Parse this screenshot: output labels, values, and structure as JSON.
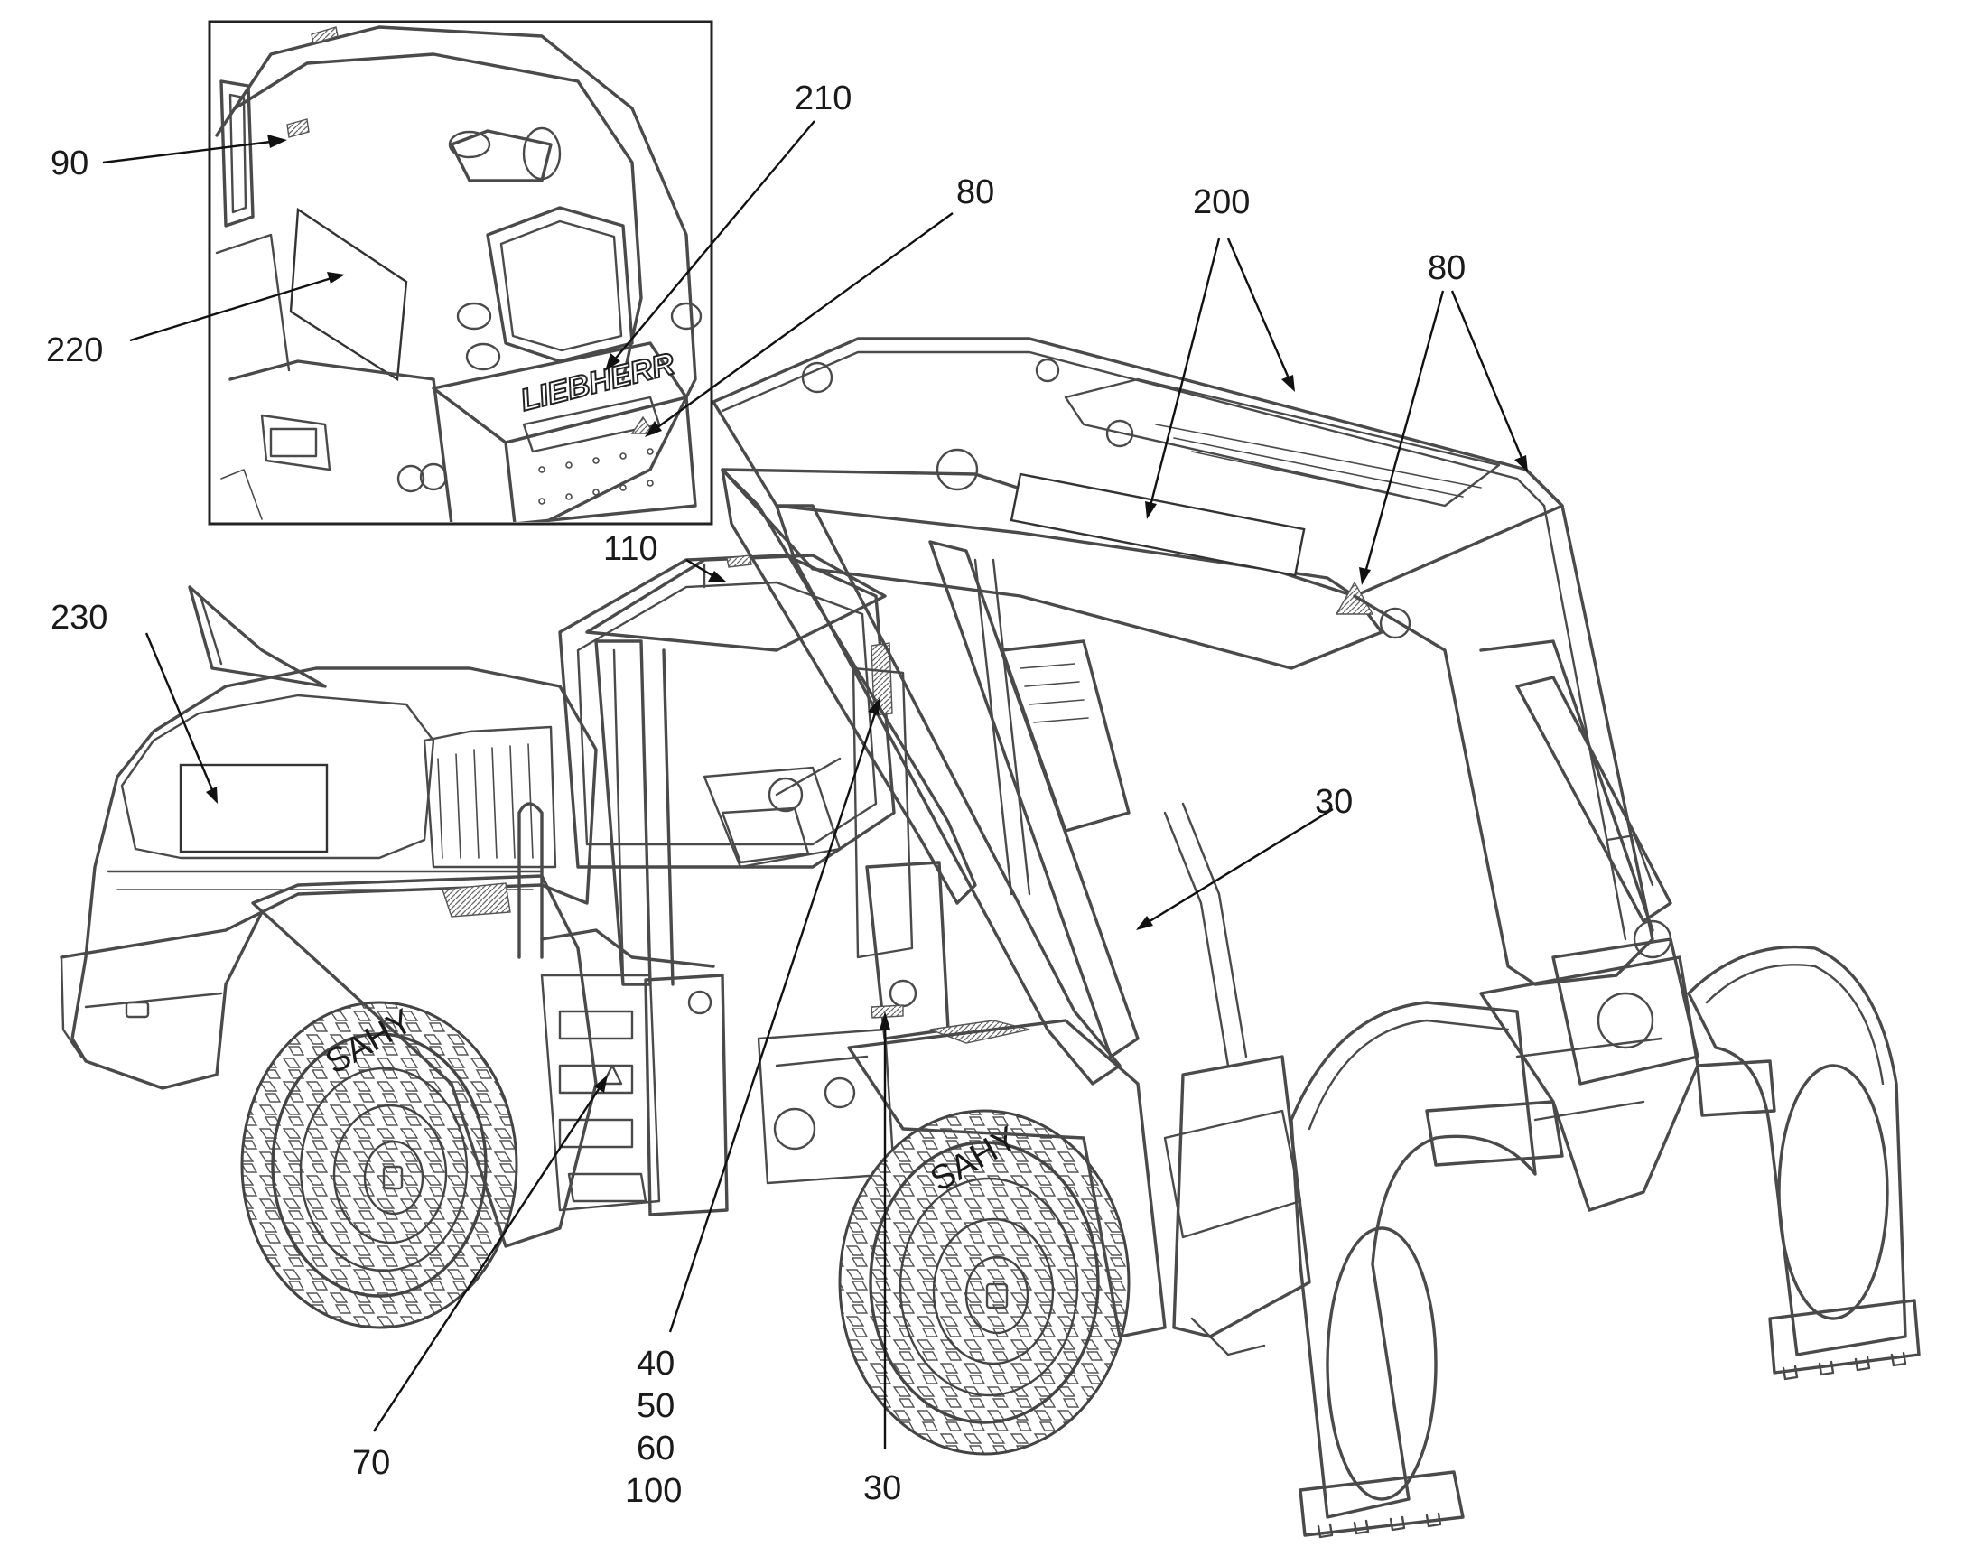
{
  "figure": {
    "reference_numerals": {
      "r90": "90",
      "r210": "210",
      "r80_inset": "80",
      "r200": "200",
      "r80_boom": "80",
      "r220": "220",
      "r110": "110",
      "r230": "230",
      "r30_upper": "30",
      "r40": "40",
      "r50": "50",
      "r60": "60",
      "r100": "100",
      "r70": "70",
      "r30_lower": "30"
    },
    "inset_logo_text": "LIEBHERR",
    "tire_brand_text": "SAHY"
  }
}
